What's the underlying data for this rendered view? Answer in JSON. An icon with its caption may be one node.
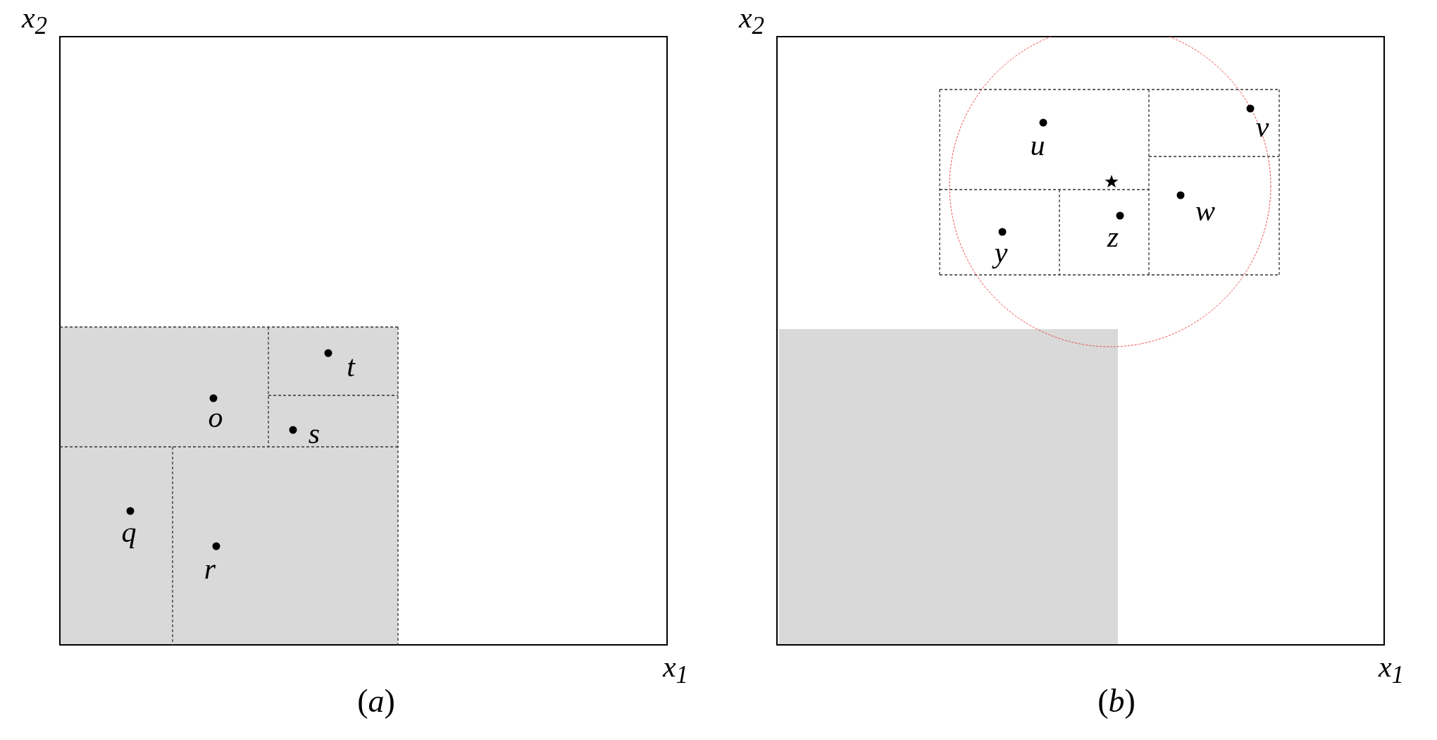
{
  "diagram": {
    "nodes": [
      {
        "text": [],
        "shape": "box"
      },
      {
        "text": [],
        "shape": "box"
      }
    ],
    "labels": [
      "x$_{2}$",
      "x$_{2}$",
      "u",
      "v",
      "t",
      "w",
      "o",
      "s",
      "z",
      "y",
      "q",
      "r",
      "x$_{1}$",
      "x$_{1}$",
      "(*a*)",
      "(*b*)"
    ]
  }
}
